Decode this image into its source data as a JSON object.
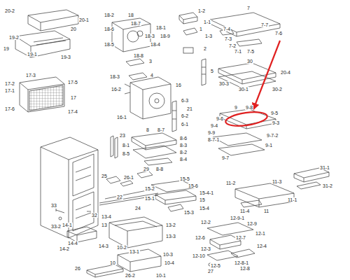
{
  "diagram": {
    "labels": [
      "20-2",
      "20-1",
      "20",
      "19-2",
      "19",
      "19-1",
      "19-3",
      "18-2",
      "18",
      "18-7",
      "18-6",
      "18-1",
      "18-3",
      "18-9",
      "18-5",
      "18-4",
      "18-8",
      "1-2",
      "1-1",
      "1",
      "1-3",
      "2",
      "7",
      "7-4",
      "7-7",
      "7-6",
      "7-3",
      "7-2",
      "7-1",
      "7-5",
      "3",
      "4",
      "5",
      "30",
      "20-4",
      "30-3",
      "30-1",
      "30-2",
      "9",
      "9-8",
      "9-5",
      "9-6",
      "9-4",
      "9-3",
      "9-9",
      "9-7-2",
      "8-7-1",
      "9-1",
      "9-7",
      "17-3",
      "17-2",
      "17-1",
      "17-5",
      "17",
      "17-6",
      "17-4",
      "18-3",
      "16-2",
      "16",
      "16-1",
      "6-3",
      "21",
      "6-2",
      "6-1",
      "8",
      "8-7",
      "8-6",
      "8-1",
      "8-3",
      "8-5",
      "8-2",
      "8-4",
      "8-8",
      "23",
      "29",
      "25",
      "26-1",
      "22",
      "24",
      "32",
      "33",
      "33-2",
      "15-5",
      "15-2",
      "15-6",
      "15-4-1",
      "15-1",
      "15",
      "15-3",
      "15-4",
      "31-1",
      "31-2",
      "11-2",
      "11-3",
      "11-1",
      "11",
      "11-4",
      "14-1",
      "13-4",
      "13",
      "13-2",
      "13-3",
      "13-1",
      "14-4",
      "14-2",
      "14-3",
      "12-2",
      "12-9-1",
      "12-9",
      "12-1",
      "12-6",
      "12-3",
      "12-7",
      "12-4",
      "12-10",
      "12-8-1",
      "12-5",
      "12-8",
      "10-2",
      "10-3",
      "10-4",
      "10",
      "10-1",
      "26",
      "26-2",
      "27"
    ]
  }
}
